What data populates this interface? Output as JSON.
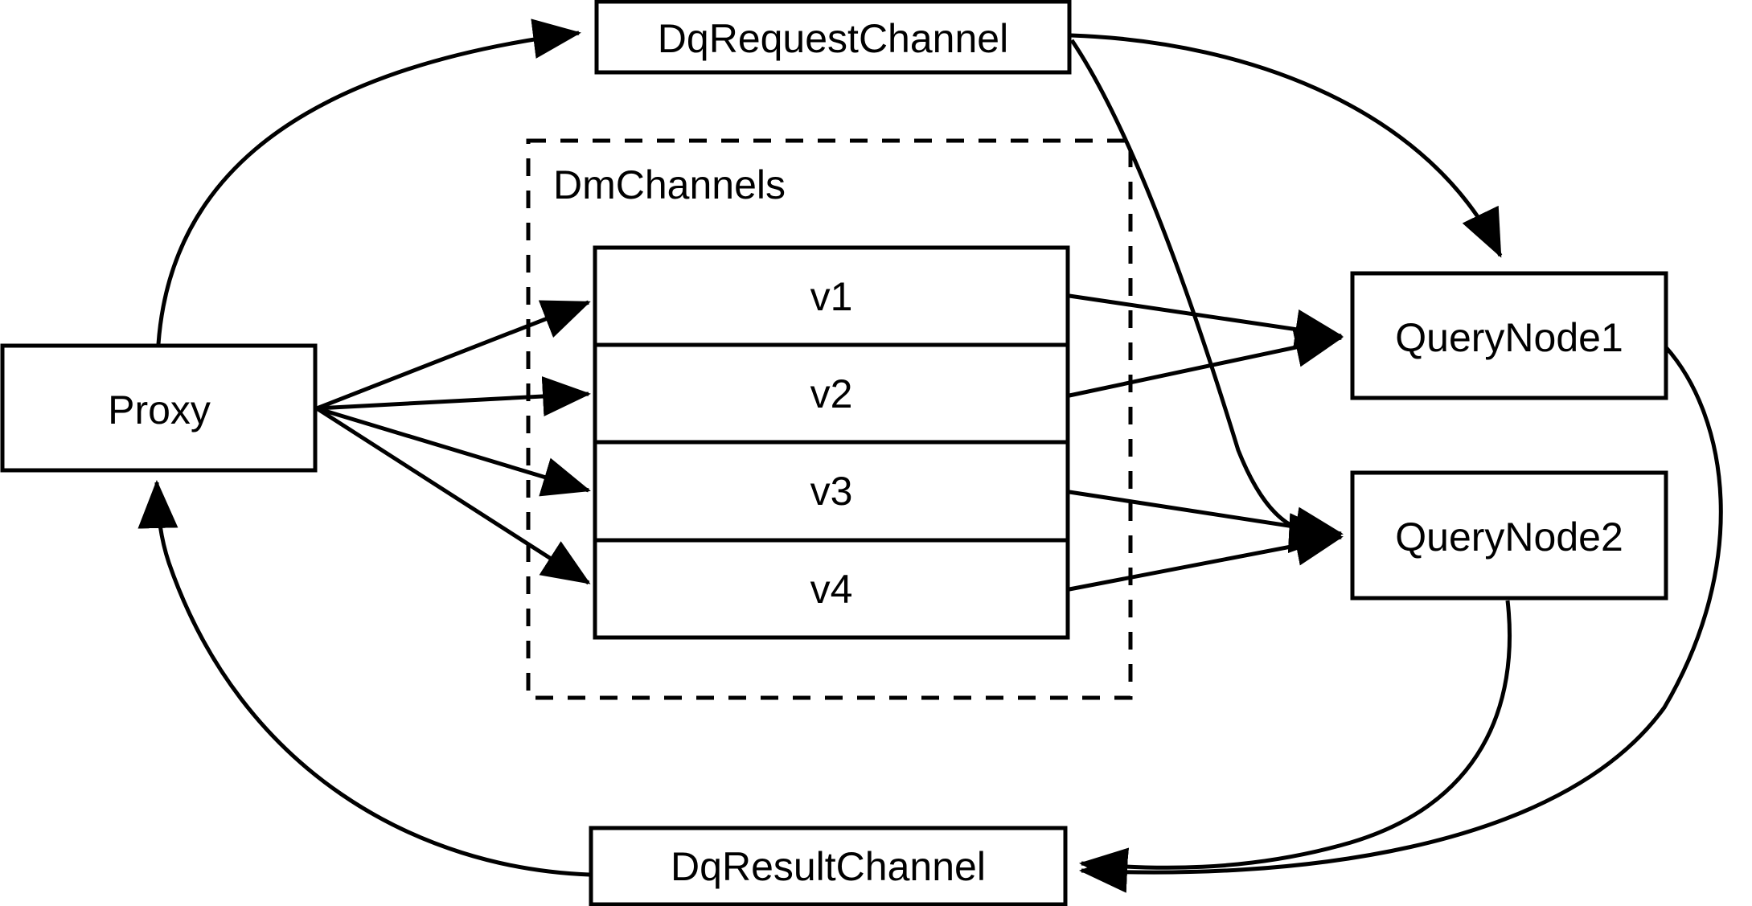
{
  "diagram": {
    "title": "Milvus distributed query message flow",
    "background_color": "#ffffff",
    "stroke_color": "#000000",
    "nodes": {
      "proxy": {
        "label": "Proxy"
      },
      "dq_request_channel": {
        "label": "DqRequestChannel"
      },
      "dq_result_channel": {
        "label": "DqResultChannel"
      },
      "query_node_1": {
        "label": "QueryNode1"
      },
      "query_node_2": {
        "label": "QueryNode2"
      }
    },
    "group": {
      "label": "DmChannels",
      "style": "dashed"
    },
    "channels": [
      {
        "label": "v1"
      },
      {
        "label": "v2"
      },
      {
        "label": "v3"
      },
      {
        "label": "v4"
      }
    ],
    "edges": [
      {
        "from": "Proxy",
        "to": "DqRequestChannel",
        "style": "curved",
        "arrow": "end"
      },
      {
        "from": "DqRequestChannel",
        "to": "QueryNode1",
        "style": "curved",
        "arrow": "end"
      },
      {
        "from": "DqRequestChannel",
        "to": "QueryNode2",
        "style": "curved",
        "arrow": "end"
      },
      {
        "from": "Proxy",
        "to": "v1",
        "style": "straight",
        "arrow": "end"
      },
      {
        "from": "Proxy",
        "to": "v2",
        "style": "straight",
        "arrow": "end"
      },
      {
        "from": "Proxy",
        "to": "v3",
        "style": "straight",
        "arrow": "end"
      },
      {
        "from": "Proxy",
        "to": "v4",
        "style": "straight",
        "arrow": "end"
      },
      {
        "from": "v1",
        "to": "QueryNode1",
        "style": "straight",
        "arrow": "end"
      },
      {
        "from": "v2",
        "to": "QueryNode1",
        "style": "straight",
        "arrow": "end"
      },
      {
        "from": "v3",
        "to": "QueryNode2",
        "style": "straight",
        "arrow": "end"
      },
      {
        "from": "v4",
        "to": "QueryNode2",
        "style": "straight",
        "arrow": "end"
      },
      {
        "from": "QueryNode1",
        "to": "DqResultChannel",
        "style": "curved",
        "arrow": "end"
      },
      {
        "from": "QueryNode2",
        "to": "DqResultChannel",
        "style": "curved",
        "arrow": "end"
      },
      {
        "from": "DqResultChannel",
        "to": "Proxy",
        "style": "curved",
        "arrow": "end"
      }
    ]
  }
}
